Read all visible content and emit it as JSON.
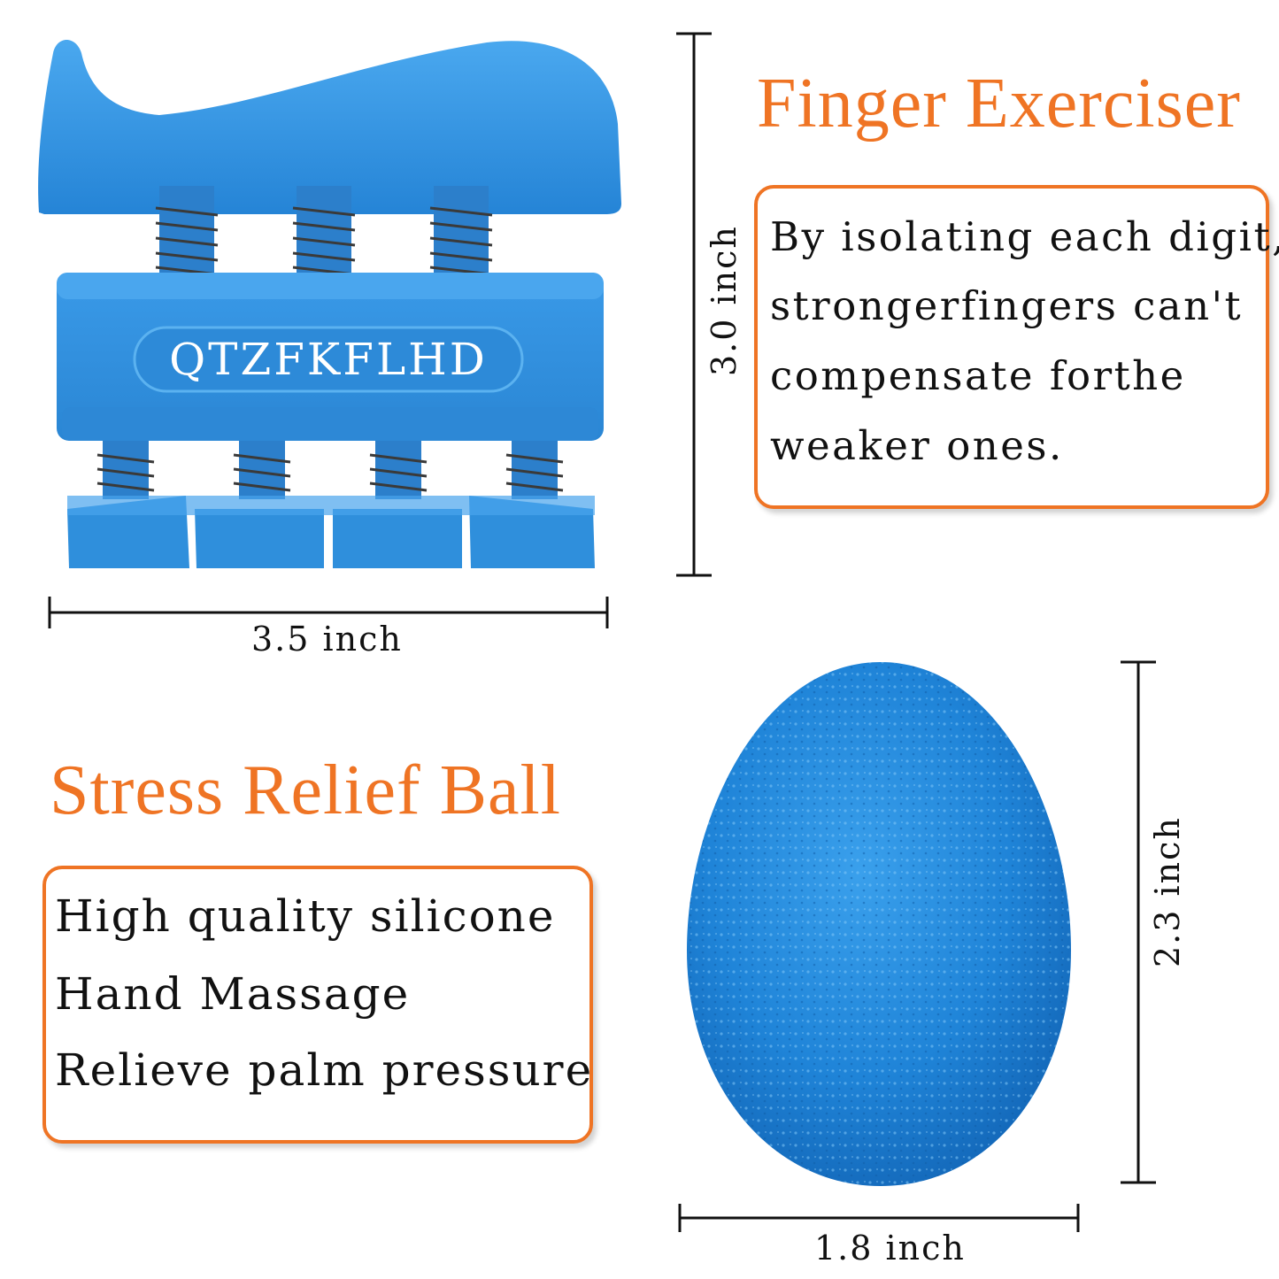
{
  "finger_exerciser": {
    "heading": "Finger Exerciser",
    "brand": "QTZFKFLHD",
    "description_lines": [
      "By isolating each digit,",
      "strongerfingers can't",
      "compensate forthe",
      "weaker ones."
    ],
    "width_label": "3.5 inch",
    "height_label": "3.0 inch"
  },
  "stress_ball": {
    "heading": "Stress Relief Ball",
    "feature_lines": [
      "High quality silicone",
      "Hand Massage",
      "Relieve palm pressure"
    ],
    "width_label": "1.8 inch",
    "height_label": "2.3 inch"
  },
  "colors": {
    "accent": "#ef7424",
    "product_blue": "#2f8fdc",
    "ball_blue": "#1a7fd6"
  }
}
